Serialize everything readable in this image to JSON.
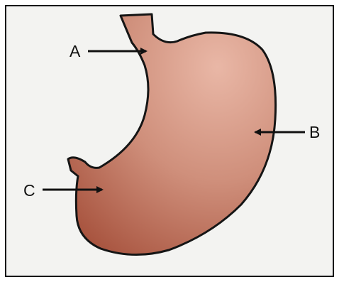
{
  "diagram": {
    "subject": "stomach",
    "colors": {
      "background": "#f3f3f1",
      "frame": "#111111",
      "organ_light": "#e9b7a6",
      "organ_mid": "#cf8f7b",
      "organ_dark": "#a8543f",
      "outline": "#151515",
      "arrow": "#111111"
    },
    "labels": {
      "a": "A",
      "b": "B",
      "c": "C"
    }
  }
}
